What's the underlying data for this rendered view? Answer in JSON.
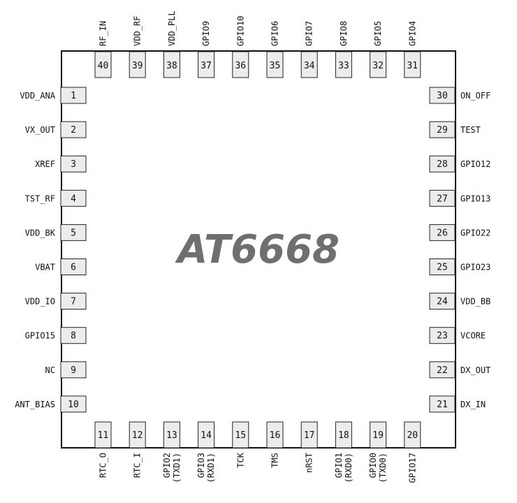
{
  "chip": {
    "name": "AT6668"
  },
  "pins": {
    "left": [
      {
        "num": "1",
        "label": "VDD_ANA"
      },
      {
        "num": "2",
        "label": "VX_OUT"
      },
      {
        "num": "3",
        "label": "XREF"
      },
      {
        "num": "4",
        "label": "TST_RF"
      },
      {
        "num": "5",
        "label": "VDD_BK"
      },
      {
        "num": "6",
        "label": "VBAT"
      },
      {
        "num": "7",
        "label": "VDD_IO"
      },
      {
        "num": "8",
        "label": "GPIO15"
      },
      {
        "num": "9",
        "label": "NC"
      },
      {
        "num": "10",
        "label": "ANT_BIAS"
      }
    ],
    "bottom": [
      {
        "num": "11",
        "label": "RTC_O",
        "sub": ""
      },
      {
        "num": "12",
        "label": "RTC_I",
        "sub": ""
      },
      {
        "num": "13",
        "label": "GPIO2",
        "sub": "(TXD1)"
      },
      {
        "num": "14",
        "label": "GPIO3",
        "sub": "(RXD1)"
      },
      {
        "num": "15",
        "label": "TCK",
        "sub": ""
      },
      {
        "num": "16",
        "label": "TMS",
        "sub": ""
      },
      {
        "num": "17",
        "label": "nRST",
        "sub": ""
      },
      {
        "num": "18",
        "label": "GPIO1",
        "sub": "(RXD0)"
      },
      {
        "num": "19",
        "label": "GPIO0",
        "sub": "(TXD0)"
      },
      {
        "num": "20",
        "label": "GPIO17",
        "sub": ""
      }
    ],
    "right": [
      {
        "num": "21",
        "label": "DX_IN"
      },
      {
        "num": "22",
        "label": "DX_OUT"
      },
      {
        "num": "23",
        "label": "VCORE"
      },
      {
        "num": "24",
        "label": "VDD_BB"
      },
      {
        "num": "25",
        "label": "GPIO23"
      },
      {
        "num": "26",
        "label": "GPIO22"
      },
      {
        "num": "27",
        "label": "GPIO13"
      },
      {
        "num": "28",
        "label": "GPIO12"
      },
      {
        "num": "29",
        "label": "TEST"
      },
      {
        "num": "30",
        "label": "ON_OFF"
      }
    ],
    "top": [
      {
        "num": "31",
        "label": "GPIO4"
      },
      {
        "num": "32",
        "label": "GPIO5"
      },
      {
        "num": "33",
        "label": "GPIO8"
      },
      {
        "num": "34",
        "label": "GPIO7"
      },
      {
        "num": "35",
        "label": "GPIO6"
      },
      {
        "num": "36",
        "label": "GPIO10"
      },
      {
        "num": "37",
        "label": "GPIO9"
      },
      {
        "num": "38",
        "label": "VDD_PLL"
      },
      {
        "num": "39",
        "label": "VDD_RF"
      },
      {
        "num": "40",
        "label": "RF_IN"
      }
    ]
  }
}
